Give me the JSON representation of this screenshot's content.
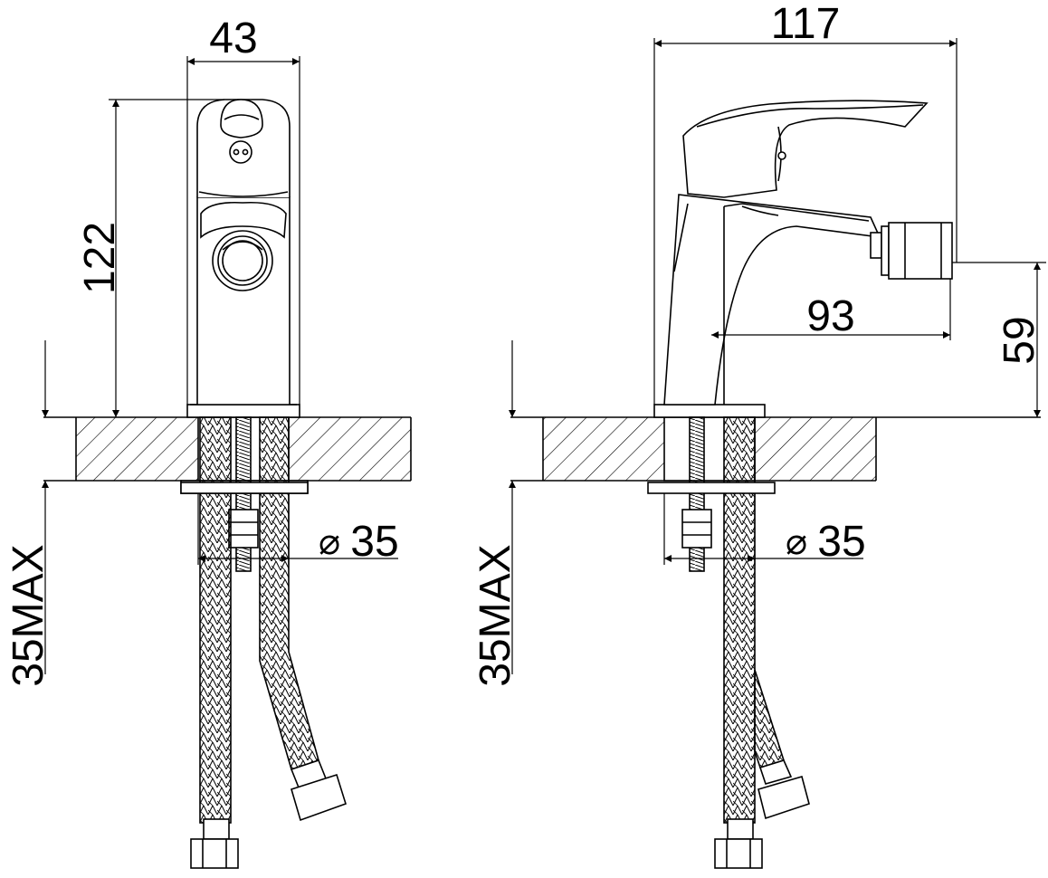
{
  "views": {
    "front": {
      "width_label": "43",
      "height_label": "122",
      "hole_label": "35",
      "max_label": "35MAX"
    },
    "side": {
      "width_label": "117",
      "reach_label": "93",
      "outlet_height_label": "59",
      "hole_label": "35",
      "max_label": "35MAX"
    }
  },
  "symbols": {
    "diameter": "⌀"
  },
  "colors": {
    "ink": "#000000",
    "paper": "#ffffff"
  }
}
